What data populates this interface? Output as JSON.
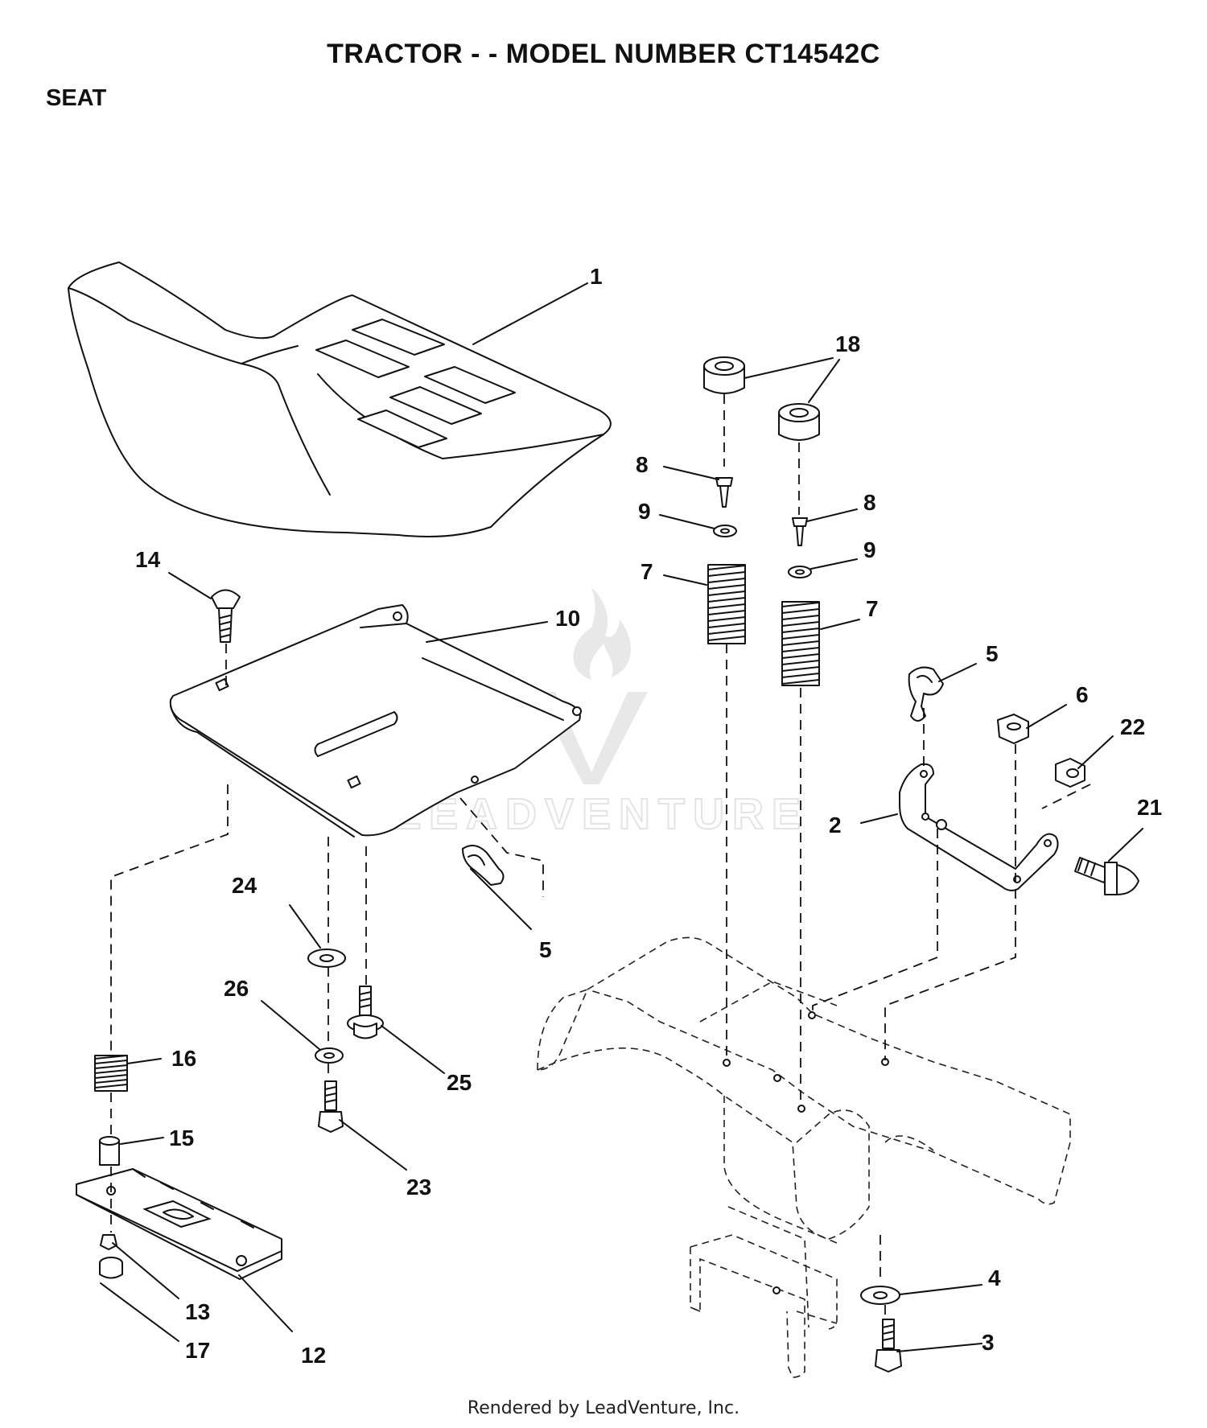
{
  "header": {
    "title": "TRACTOR - - MODEL NUMBER CT14542C",
    "section": "SEAT"
  },
  "watermark": {
    "text": "LEADVENTURE"
  },
  "footer": {
    "text": "Rendered by LeadVenture, Inc."
  },
  "callouts": {
    "c1": "1",
    "c2": "2",
    "c3": "3",
    "c4": "4",
    "c5a": "5",
    "c5b": "5",
    "c6": "6",
    "c7a": "7",
    "c7b": "7",
    "c8a": "8",
    "c8b": "8",
    "c9a": "9",
    "c9b": "9",
    "c10": "10",
    "c12": "12",
    "c13": "13",
    "c14": "14",
    "c15": "15",
    "c16": "16",
    "c17": "17",
    "c18": "18",
    "c21": "21",
    "c22": "22",
    "c23": "23",
    "c24": "24",
    "c25": "25",
    "c26": "26"
  }
}
